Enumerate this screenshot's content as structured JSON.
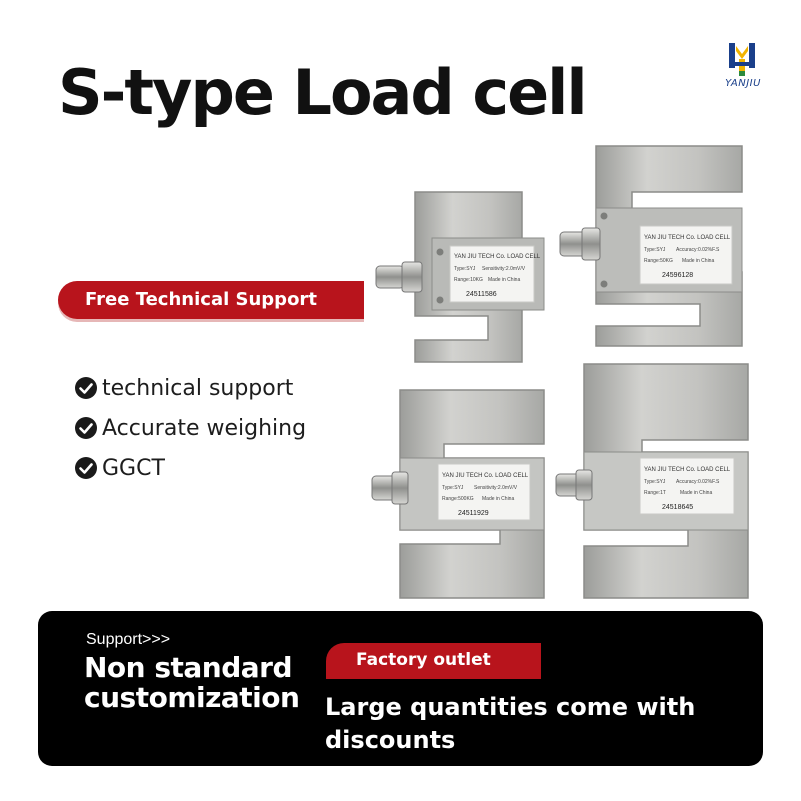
{
  "title": "S-type Load cell",
  "brand": {
    "name": "YANJIU",
    "icon": "yanjiu-logo-icon",
    "color": "#1a3f8a"
  },
  "ribbon": {
    "label": "Free Technical Support",
    "color": "#b8141c"
  },
  "features": [
    {
      "icon": "check-circle-icon",
      "label": "technical support"
    },
    {
      "icon": "check-circle-icon",
      "label": "Accurate weighing"
    },
    {
      "icon": "check-circle-icon",
      "label": "GGCT"
    }
  ],
  "products": [
    {
      "name": "load-cell-1",
      "label": {
        "company": "YAN JIU TECH Co. LOAD CELL",
        "type": "Type:SYJ",
        "sensitivity": "Sensitivity:2.0mV/V",
        "range": "Range:10KG",
        "origin": "Made in China",
        "serial": "24511586"
      }
    },
    {
      "name": "load-cell-2",
      "label": {
        "company": "YAN JIU TECH Co. LOAD CELL",
        "type": "Type:SYJ",
        "accuracy": "Accuracy:0.02%F.S",
        "range": "Range:50KG",
        "origin": "Made in China",
        "serial": "24596128"
      }
    },
    {
      "name": "load-cell-3",
      "label": {
        "company": "YAN JIU TECH Co. LOAD CELL",
        "type": "Type:SYJ",
        "sensitivity": "Sensitivity:2.0mV/V",
        "range": "Range:500KG",
        "origin": "Made in China",
        "serial": "24511929"
      }
    },
    {
      "name": "load-cell-4",
      "label": {
        "company": "YAN JIU TECH Co. LOAD CELL",
        "type": "Type:SYJ",
        "accuracy": "Accuracy:0.02%F.S",
        "range": "Range:1T",
        "origin": "Made in China",
        "serial": "24518645"
      }
    }
  ],
  "bottom": {
    "support_label": "Support>>>",
    "headline_line1": "Non standard",
    "headline_line2": "customization",
    "tag": "Factory outlet",
    "discount_line1": "Large quantities come with",
    "discount_line2": "discounts"
  }
}
